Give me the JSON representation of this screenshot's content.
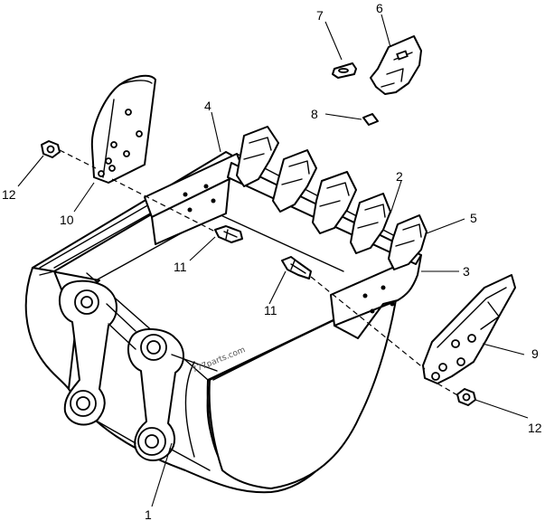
{
  "diagram": {
    "callouts": {
      "c1": "1",
      "c2": "2",
      "c3": "3",
      "c4": "4",
      "c5": "5",
      "c6": "6",
      "c7": "7",
      "c8": "8",
      "c9": "9",
      "c10": "10",
      "c11a": "11",
      "c11b": "11",
      "c12a": "12",
      "c12b": "12"
    },
    "watermark": "777parts.com"
  }
}
